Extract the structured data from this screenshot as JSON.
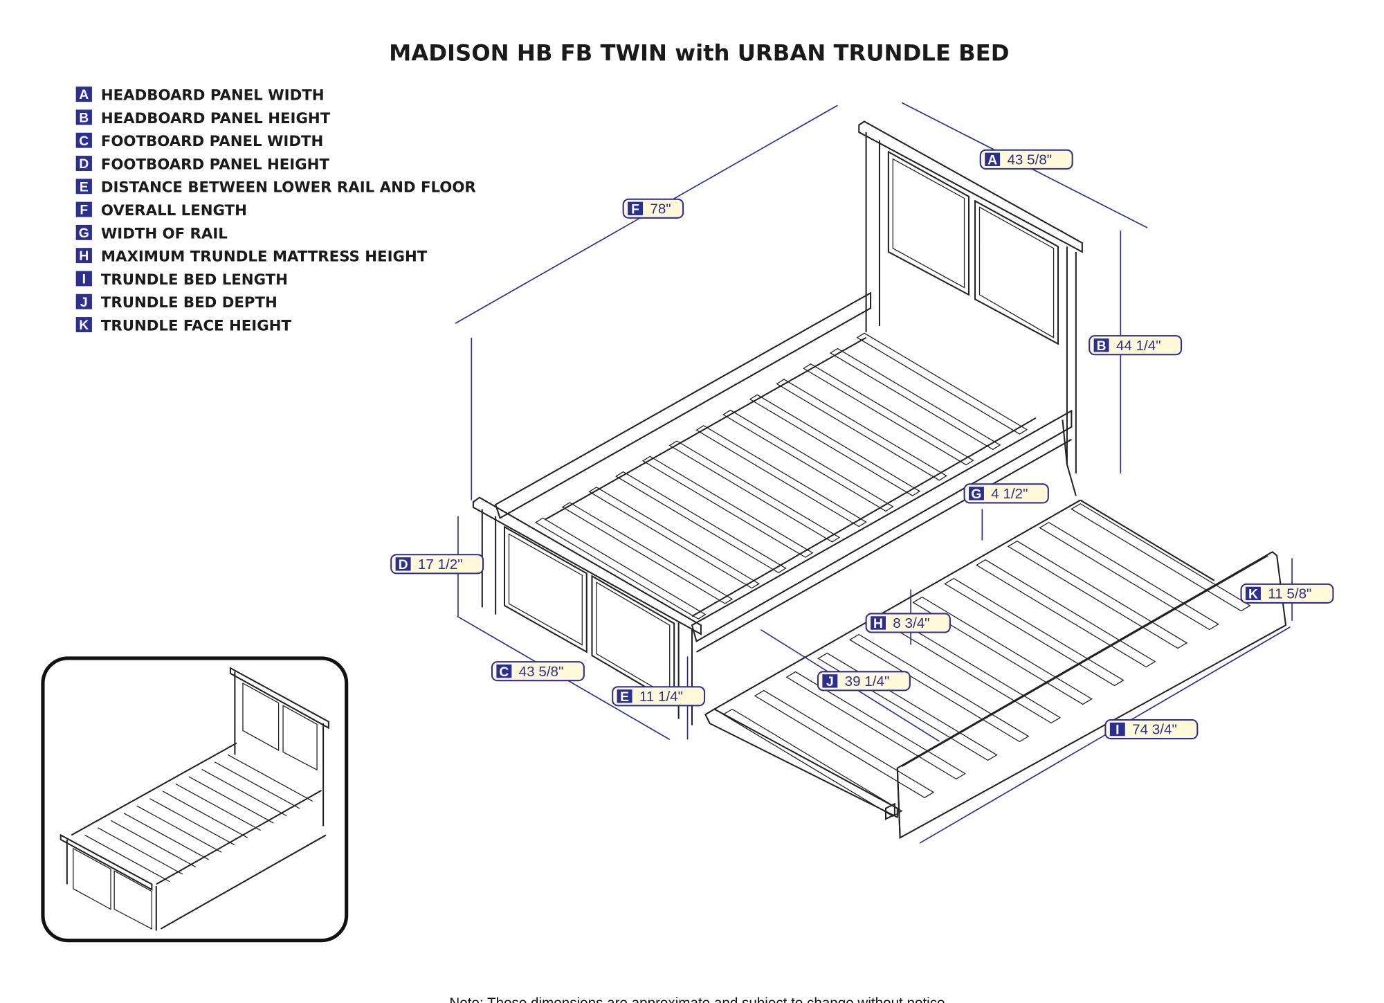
{
  "title": "MADISON HB FB TWIN with URBAN TRUNDLE BED",
  "legend": [
    {
      "key": "A",
      "label": "HEADBOARD PANEL WIDTH"
    },
    {
      "key": "B",
      "label": "HEADBOARD PANEL HEIGHT"
    },
    {
      "key": "C",
      "label": "FOOTBOARD PANEL WIDTH"
    },
    {
      "key": "D",
      "label": "FOOTBOARD PANEL HEIGHT"
    },
    {
      "key": "E",
      "label": "DISTANCE BETWEEN LOWER RAIL AND FLOOR"
    },
    {
      "key": "F",
      "label": "OVERALL LENGTH"
    },
    {
      "key": "G",
      "label": "WIDTH OF RAIL"
    },
    {
      "key": "H",
      "label": "MAXIMUM TRUNDLE MATTRESS HEIGHT"
    },
    {
      "key": "I",
      "label": "TRUNDLE BED LENGTH"
    },
    {
      "key": "J",
      "label": "TRUNDLE BED DEPTH"
    },
    {
      "key": "K",
      "label": "TRUNDLE FACE HEIGHT"
    }
  ],
  "dimensions": {
    "A": "43 5/8\"",
    "B": "44 1/4\"",
    "C": "43 5/8\"",
    "D": "17 1/2\"",
    "E": "11 1/4\"",
    "F": "78\"",
    "G": "4 1/2\"",
    "H": "8 3/4\"",
    "I": "74 3/4\"",
    "J": "39 1/4\"",
    "K": "11 5/8\""
  },
  "note": "Note:  These dimensions are approximate and subject to change without notice.",
  "colors": {
    "accent": "#2b2f8f",
    "label_bg": "#fff9d9"
  }
}
